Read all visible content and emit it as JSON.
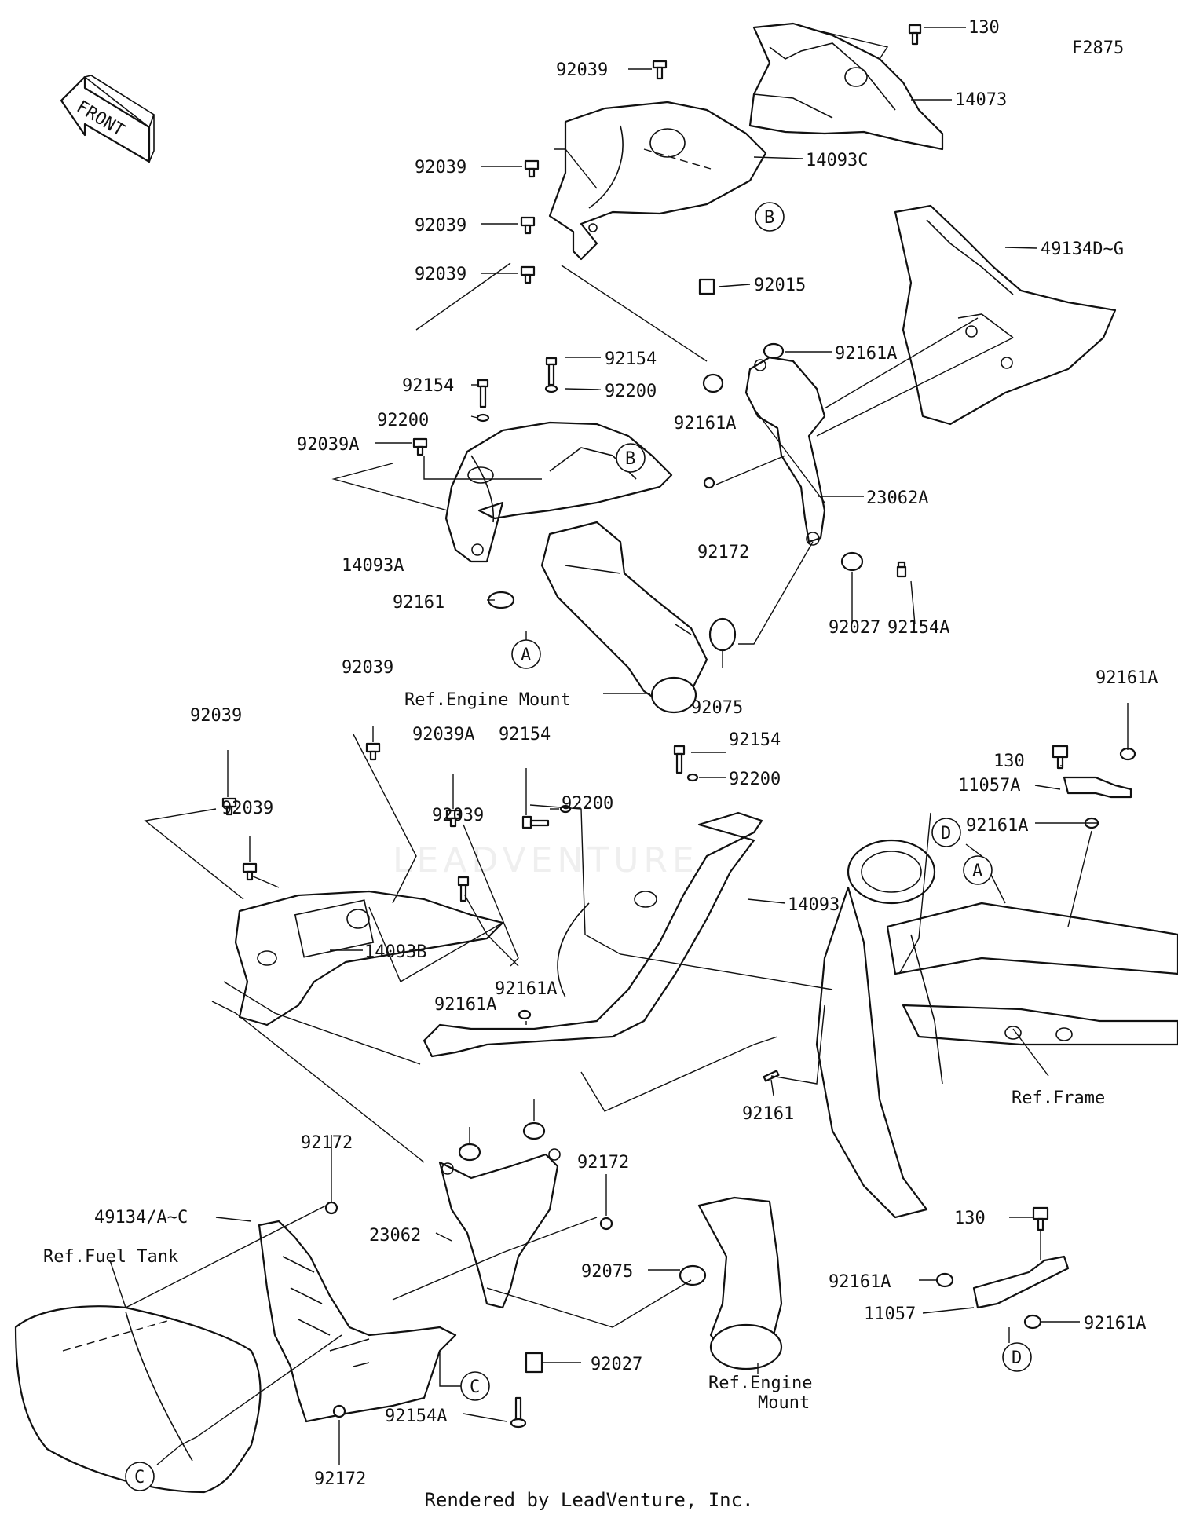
{
  "figure_code": "F2875",
  "front_label": "FRONT",
  "footer": "Rendered by LeadVenture, Inc.",
  "watermark": "LEADVENTURE",
  "refs": {
    "engine_mount_top": "Ref.Engine Mount",
    "frame": "Ref.Frame",
    "fuel_tank": "Ref.Fuel Tank",
    "engine_mount_bottom_1": "Ref.Engine",
    "engine_mount_bottom_2": "Mount"
  },
  "circle_refs": {
    "a": "A",
    "b": "B",
    "c": "C",
    "d": "D"
  },
  "part_labels": {
    "p130_top": "130",
    "p14073": "14073",
    "p92039_1": "92039",
    "p14093C": "14093C",
    "p92039_2": "92039",
    "p92039_3": "92039",
    "p92039_4": "92039",
    "p92015": "92015",
    "p49134DG": "49134D~G",
    "p92154_1": "92154",
    "p92154_2": "92154",
    "p92200_1": "92200",
    "p92200_2": "92200",
    "p92161A_1": "92161A",
    "p92161A_2": "92161A",
    "p92039A_1": "92039A",
    "p23062A": "23062A",
    "p14093A": "14093A",
    "p92172_1": "92172",
    "p92161_1": "92161",
    "p92027_1": "92027",
    "p92154A_1": "92154A",
    "p92075_1": "92075",
    "p92039_5": "92039",
    "p92161A_3": "92161A",
    "p92039_6": "92039",
    "p92039A_2": "92039A",
    "p92154_3": "92154",
    "p92154_4": "92154",
    "p130_mid": "130",
    "p92200_3": "92200",
    "p11057A": "11057A",
    "p92200_4": "92200",
    "p92039_7": "92039",
    "p92161A_4": "92161A",
    "p92039_8": "92039",
    "p14093": "14093",
    "p14093B": "14093B",
    "p92161A_5": "92161A",
    "p92161A_6": "92161A",
    "p92161_2": "92161",
    "p92172_2": "92172",
    "p92172_3": "92172",
    "p49134AC": "49134/A~C",
    "p130_bot": "130",
    "p23062": "23062",
    "p92075_2": "92075",
    "p92161A_7": "92161A",
    "p11057": "11057",
    "p92161A_8": "92161A",
    "p92027_2": "92027",
    "p92154A_2": "92154A",
    "p92172_4": "92172"
  }
}
